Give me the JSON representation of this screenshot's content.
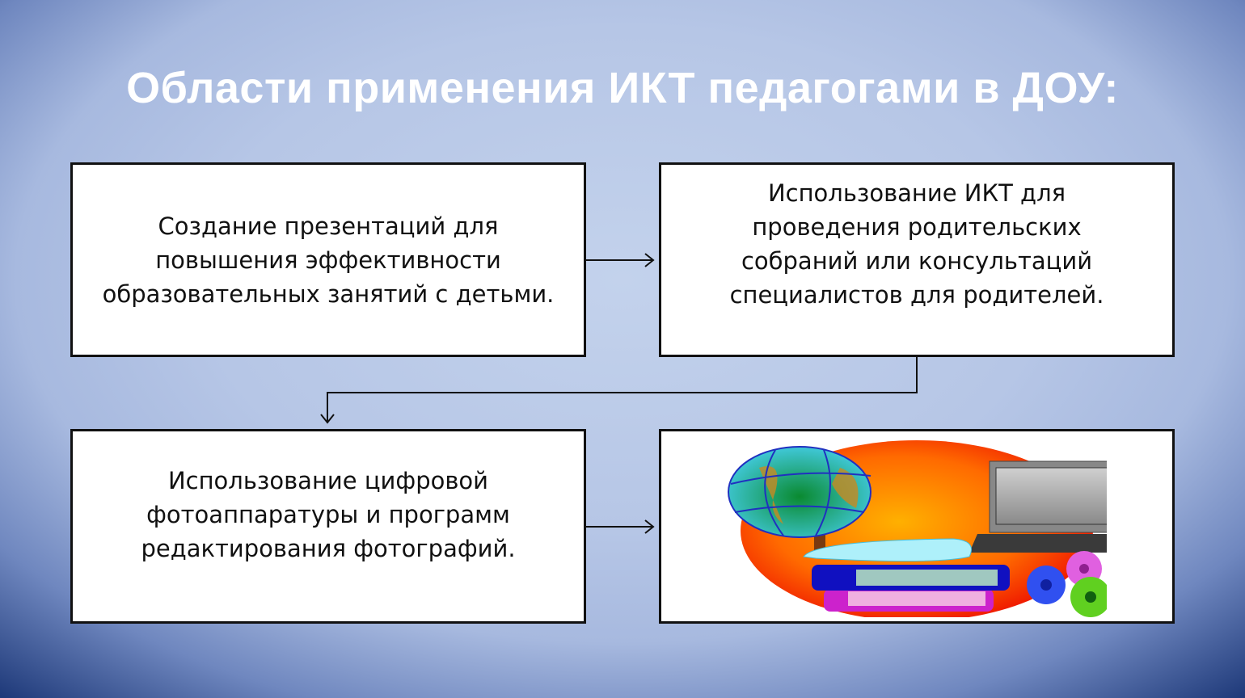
{
  "title": "Области применения ИКТ педагогами в ДОУ:",
  "boxes": [
    {
      "text": "Создание презентаций для повышения эффективности образовательных занятий с детьми."
    },
    {
      "text": "Использование ИКТ для проведения родительских собраний или консультаций специалистов для родителей."
    },
    {
      "text": "Использование цифровой фотоаппаратуры и программ редактирования фотографий."
    }
  ],
  "illustration": {
    "icons": [
      "globe-icon",
      "laptop-icon",
      "book-icon",
      "gears-icon"
    ]
  },
  "colors": {
    "title": "#ffffff",
    "box_border": "#111111"
  }
}
